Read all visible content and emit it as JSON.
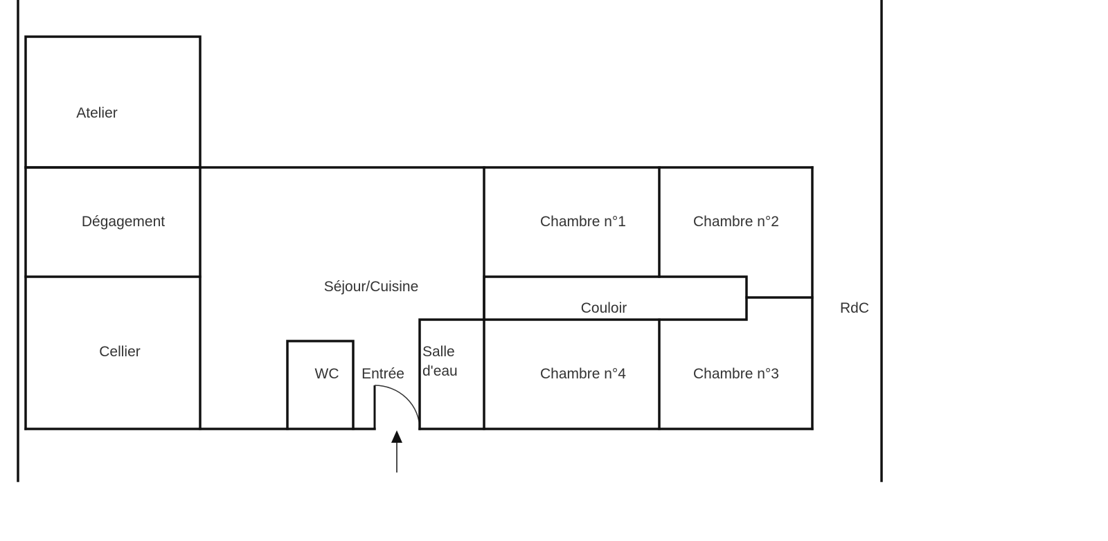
{
  "plan": {
    "level_label": "RdC",
    "rooms": {
      "atelier": "Atelier",
      "degagement": "Dégagement",
      "cellier": "Cellier",
      "sejour": "Séjour/Cuisine",
      "wc": "WC",
      "entree": "Entrée",
      "salle_eau_1": "Salle",
      "salle_eau_2": "d'eau",
      "chambre1": "Chambre n°1",
      "chambre2": "Chambre n°2",
      "chambre3": "Chambre n°3",
      "chambre4": "Chambre n°4",
      "couloir": "Couloir"
    }
  }
}
